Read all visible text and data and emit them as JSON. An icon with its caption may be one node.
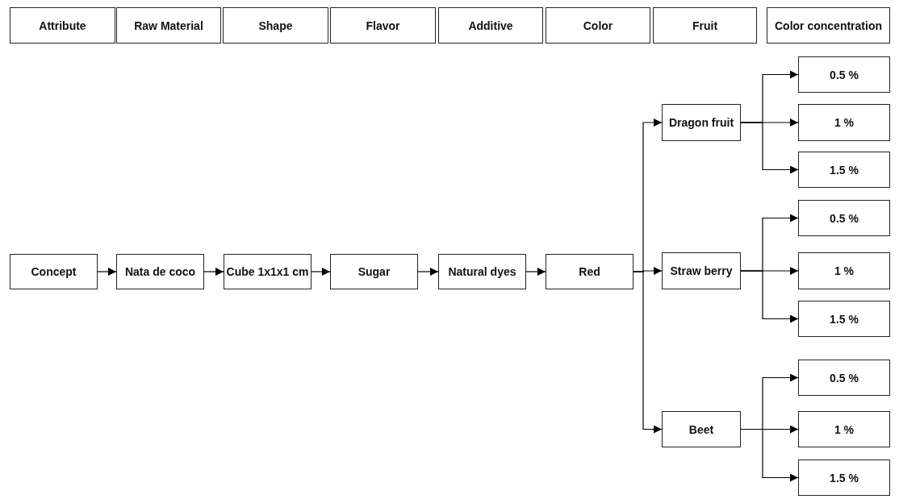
{
  "diagram": {
    "nodes": [
      {
        "text": [
          "Attribute"
        ]
      },
      {
        "text": [
          "Raw Material"
        ]
      },
      {
        "text": [
          "Shape"
        ]
      },
      {
        "text": [
          "Flavor"
        ]
      },
      {
        "text": [
          "Additive"
        ]
      },
      {
        "text": [
          "Color"
        ]
      },
      {
        "text": [
          "Fruit"
        ]
      },
      {
        "text": [
          "Color concentration"
        ]
      },
      {
        "text": [
          "Concept"
        ]
      },
      {
        "text": [
          "Nata de coco"
        ]
      },
      {
        "text": [
          "Cube 1x1x1 cm"
        ]
      },
      {
        "text": [
          "Sugar"
        ]
      },
      {
        "text": [
          "Natural dyes"
        ]
      },
      {
        "text": [
          "Red"
        ]
      },
      {
        "text": [
          "Dragon fruit"
        ]
      },
      {
        "text": [
          "0.5 %"
        ]
      },
      {
        "text": [
          "1 %"
        ]
      },
      {
        "text": [
          "1.5 %"
        ]
      },
      {
        "text": [
          "Straw berry"
        ]
      },
      {
        "text": [
          "0.5 %"
        ]
      },
      {
        "text": [
          "1 %"
        ]
      },
      {
        "text": [
          "1.5 %"
        ]
      },
      {
        "text": [
          "Beet"
        ]
      },
      {
        "text": [
          "0.5 %"
        ]
      },
      {
        "text": [
          "1 %"
        ]
      },
      {
        "text": [
          "1.5 %"
        ]
      }
    ],
    "edges": [
      {
        "from": 8,
        "to": 9,
        "arrow": "to"
      },
      {
        "from": 9,
        "to": 10,
        "arrow": "to"
      },
      {
        "from": 10,
        "to": 11,
        "arrow": "to"
      },
      {
        "from": 11,
        "to": 12,
        "arrow": "to"
      },
      {
        "from": 12,
        "to": 13,
        "arrow": "to"
      },
      {
        "from": 13,
        "to": 14,
        "arrow": "to"
      },
      {
        "from": 13,
        "to": 18,
        "arrow": "to"
      },
      {
        "from": 13,
        "to": 22,
        "arrow": "to"
      },
      {
        "from": 14,
        "to": 15,
        "arrow": "to"
      },
      {
        "from": 14,
        "to": 16,
        "arrow": "to"
      },
      {
        "from": 14,
        "to": 17,
        "arrow": "to"
      },
      {
        "from": 18,
        "to": 19,
        "arrow": "to"
      },
      {
        "from": 18,
        "to": 20,
        "arrow": "to"
      },
      {
        "from": 18,
        "to": 21,
        "arrow": "to"
      },
      {
        "from": 22,
        "to": 23,
        "arrow": "to"
      },
      {
        "from": 22,
        "to": 24,
        "arrow": "to"
      },
      {
        "from": 22,
        "to": 25,
        "arrow": "to"
      }
    ]
  }
}
